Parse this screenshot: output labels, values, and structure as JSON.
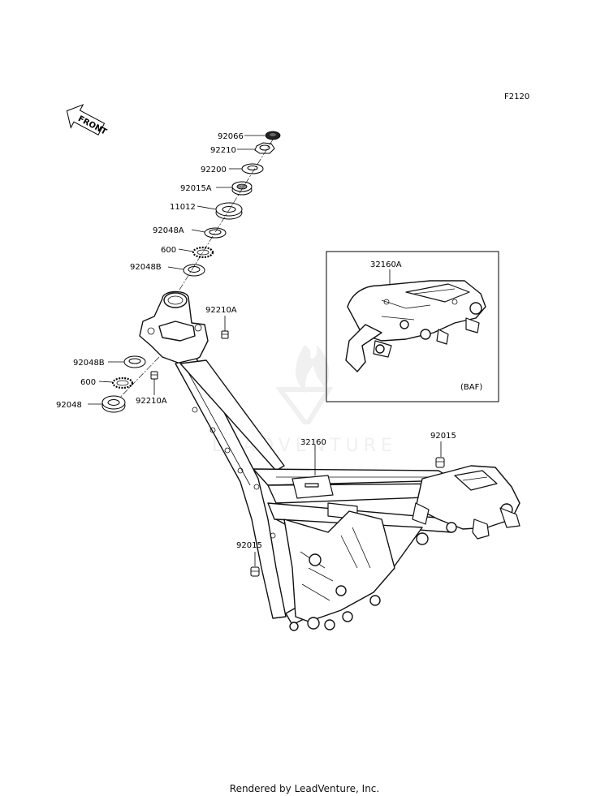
{
  "page": {
    "code": "F2120",
    "footer": "Rendered by LeadVenture, Inc.",
    "watermark": "LEADVENTURE"
  },
  "front_arrow": {
    "label": "FRONT"
  },
  "inset": {
    "part": "32160A",
    "note": "(BAF)"
  },
  "callouts": {
    "c92066": "92066",
    "c92210": "92210",
    "c92200": "92200",
    "c92015A": "92015A",
    "c11012": "11012",
    "c92048A": "92048A",
    "c600_top": "600",
    "c92048B_top": "92048B",
    "c92210A_top": "92210A",
    "c92048B_low": "92048B",
    "c600_low": "600",
    "c92048": "92048",
    "c92210A_low": "92210A",
    "c32160": "32160",
    "c92015_right": "92015",
    "c92015_low": "92015"
  }
}
